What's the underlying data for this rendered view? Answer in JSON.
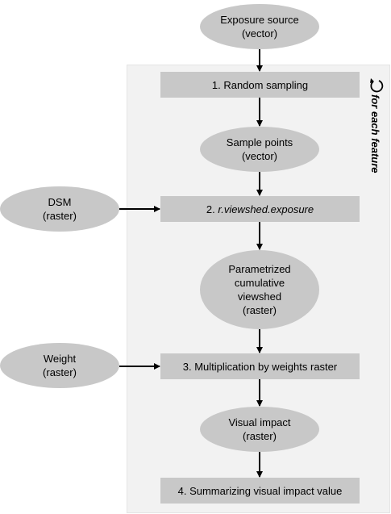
{
  "nodes": {
    "exposure_source": [
      "Exposure source",
      "(vector)"
    ],
    "step1": "1. Random sampling",
    "sample_points": [
      "Sample points",
      "(vector)"
    ],
    "dsm": [
      "DSM",
      "(raster)"
    ],
    "step2": {
      "prefix": "2. ",
      "italic": "r.viewshed.exposure"
    },
    "viewshed": [
      "Parametrized",
      "cumulative",
      "viewshed",
      "(raster)"
    ],
    "weight": [
      "Weight",
      "(raster)"
    ],
    "step3": "3. Multiplication by weights raster",
    "visual_impact": [
      "Visual impact",
      "(raster)"
    ],
    "step4": "4. Summarizing visual impact value"
  },
  "loop_label": "for each feature",
  "icons": {
    "loop": "circular-arrow-icon"
  },
  "colors": {
    "node_fill": "#c8c8c8",
    "panel_fill": "#f2f2f2",
    "arrow": "#000000"
  }
}
